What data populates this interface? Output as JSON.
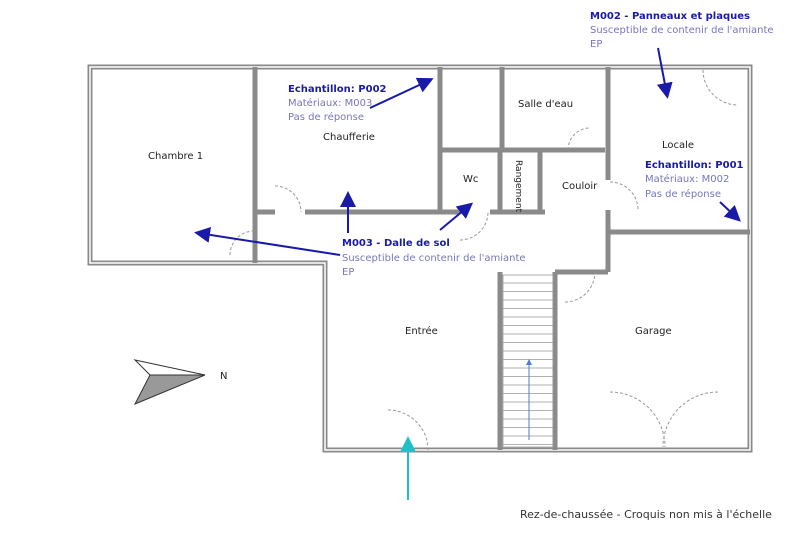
{
  "rooms": {
    "chambre": "Chambre 1",
    "chaufferie": "Chaufferie",
    "salle_eau": "Salle d'eau",
    "wc": "Wc",
    "rangement": "Rangement",
    "couloir": "Couloir",
    "locale": "Locale",
    "entree": "Entrée",
    "garage": "Garage"
  },
  "annotations": {
    "m002": {
      "title": "M002 - Panneaux et plaques",
      "line1": "Susceptible de contenir de l'amiante",
      "line2": "EP"
    },
    "p002": {
      "title": "Echantillon: P002",
      "line1": "Matériaux: M003",
      "line2": "Pas de réponse"
    },
    "p001": {
      "title": "Echantillon: P001",
      "line1": "Matériaux: M002",
      "line2": "Pas de réponse"
    },
    "m003": {
      "title": "M003 - Dalle de sol",
      "line1": "Susceptible de contenir de l'amiante",
      "line2": "EP"
    }
  },
  "compass": {
    "label": "N"
  },
  "caption": "Rez-de-chaussée - Croquis non mis à l'échelle",
  "colors": {
    "annotation": "#1a1aa8",
    "entry_arrow": "#20c0c8",
    "wall": "#8a8a8a"
  }
}
